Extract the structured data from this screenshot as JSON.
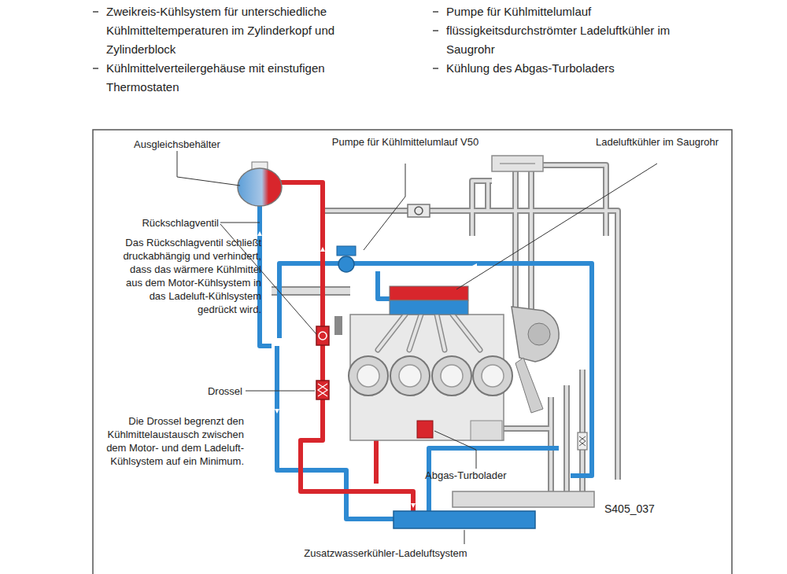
{
  "diagram": {
    "labels": [
      "Zweikreis-Kühlsystem für unterschiedliche Kühlmitteltemperaturen im Zylinderkopf und Zylinderblock",
      "Kühlmittelverteilergehäuse mit einstufigen Thermostaten",
      "Pumpe für Kühlmittelumlauf",
      "flüssigkeitsdurchströmter Ladeluftkühler im Saugrohr",
      "Kühlung des Abgas-Turboladers",
      "Ausgleichsbehälter",
      "Pumpe für Kühlmittelumlauf V50",
      "Ladeluftkühler im Saugrohr",
      "Rückschlagventil",
      "Das Rückschlagventil schließt druckabhängig und verhindert, dass das wärmere Kühlmittel aus dem Motor-Kühlsystem in das Ladeluft-Kühlsystem gedrückt wird.",
      "Drossel",
      "Die Drossel begrenzt den Kühlmittelaustausch zwischen dem Motor- und dem Ladeluft-Kühlsystem auf ein Minimum.",
      "Abgas-Turbolader",
      "S405_037",
      "Zusatzwasserkühler-Ladeluftsystem"
    ]
  }
}
